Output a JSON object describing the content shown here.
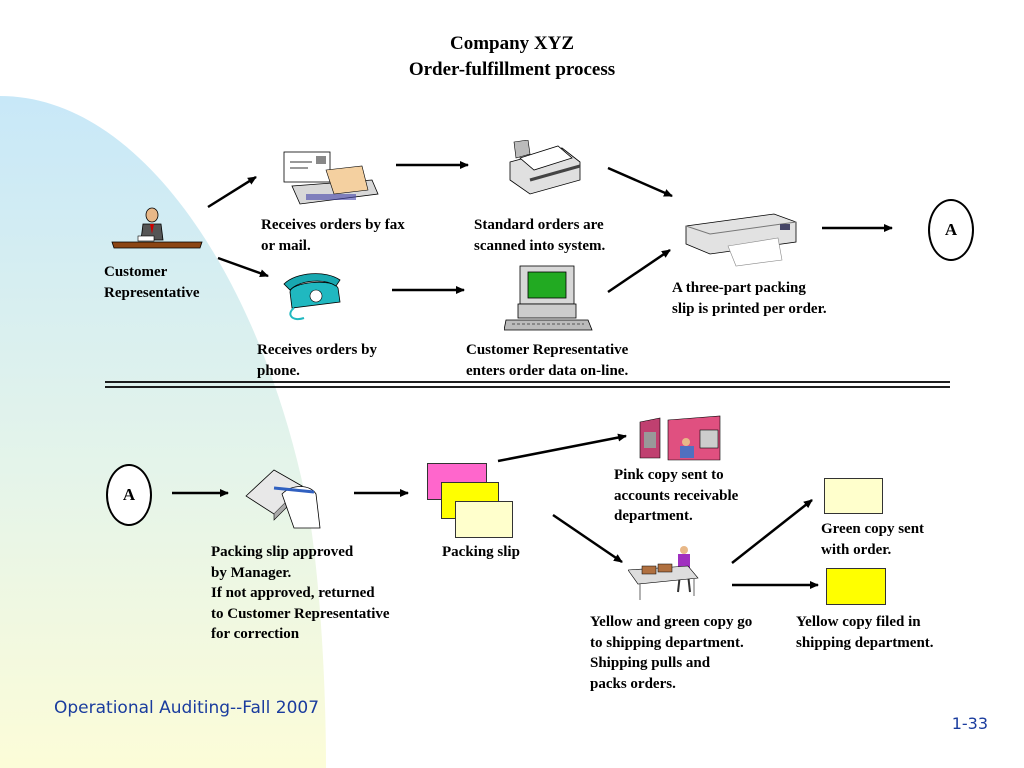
{
  "title": {
    "line1": "Company XYZ",
    "line2": "Order-fulfillment process"
  },
  "connector_label": "A",
  "labels": {
    "customer_rep": [
      "Customer",
      "Representative"
    ],
    "fax_mail": [
      "Receives orders by fax",
      "or mail."
    ],
    "scanned": [
      "Standard orders are",
      "scanned into system."
    ],
    "phone": [
      "Receives orders by",
      "phone."
    ],
    "online": [
      "Customer Representative",
      "enters order data on-line."
    ],
    "printed": [
      "A three-part packing",
      "slip is printed per order."
    ],
    "approved": [
      "Packing slip approved",
      "by Manager.",
      "If not approved, returned",
      "to Customer Representative",
      "for correction"
    ],
    "packing_slip": [
      "Packing slip"
    ],
    "pink": [
      "Pink copy sent to",
      "accounts receivable",
      "department."
    ],
    "yellow_green": [
      "Yellow and green copy go",
      "to shipping department.",
      "Shipping pulls and",
      "packs orders."
    ],
    "green": [
      "Green copy sent",
      "with order."
    ],
    "yellow": [
      "Yellow copy filed in",
      "shipping department."
    ]
  },
  "footer": {
    "left": "Operational Auditing--Fall 2007",
    "right": "1-33"
  },
  "colors": {
    "pink": "#ff66cc",
    "yellow": "#ffff00",
    "green": "#ffffcc",
    "footer_text": "#1a3c9e"
  }
}
